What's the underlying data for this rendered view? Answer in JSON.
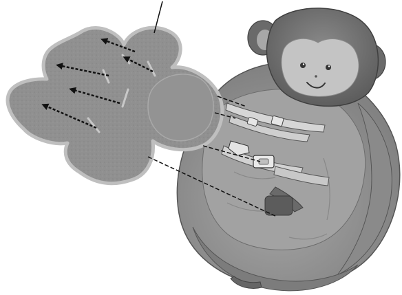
{
  "figure": {
    "content": "assembly-illustration",
    "parts": [
      "pad",
      "seat",
      "monkey-toy",
      "harness"
    ],
    "palette": {
      "background": "#ffffff",
      "pad_fill": "#8e8e8e",
      "pad_edge": "#b4b4b4",
      "seat_fill": "#9d9d9d",
      "seat_shadow": "#6f6f6f",
      "toy_fill": "#7a7a7a",
      "toy_face": "#c8c8c8",
      "strap": "#d8d8d8",
      "arrow": "#111111"
    }
  }
}
